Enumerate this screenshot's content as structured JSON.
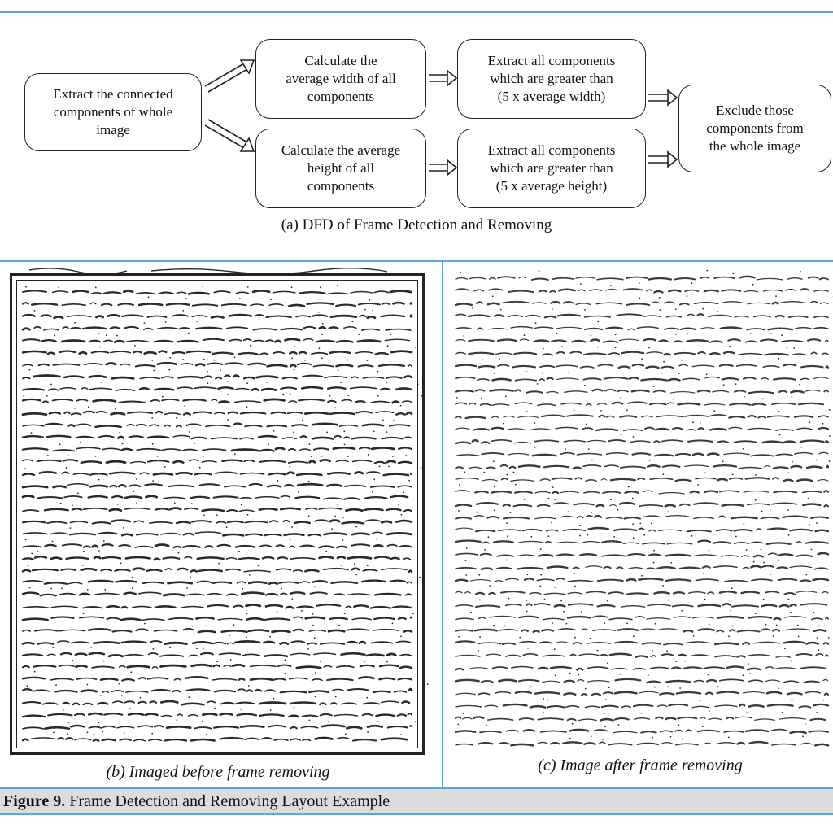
{
  "dfd": {
    "nodes": {
      "extract": "Extract the connected\ncomponents of whole\nimage",
      "avg_width": "Calculate the\naverage width of all\ncomponents",
      "avg_height": "Calculate the average\nheight of all\ncomponents",
      "gt_width": "Extract all components\nwhich are greater than\n(5 x average width)",
      "gt_height": "Extract all components\nwhich are greater than\n(5 x average height)",
      "exclude": "Exclude those\ncomponents from\nthe whole image"
    },
    "caption": "(a) DFD  of Frame Detection and Removing"
  },
  "panel_b": {
    "caption": "(b) Imaged before frame removing"
  },
  "panel_c": {
    "caption": "(c) Image after  frame removing"
  },
  "figure": {
    "label": "Figure 9.",
    "title": " Frame Detection and Removing Layout Example"
  },
  "colors": {
    "rule": "#5aa9d6",
    "bar": "#dcdcdc",
    "ink": "#222222"
  }
}
